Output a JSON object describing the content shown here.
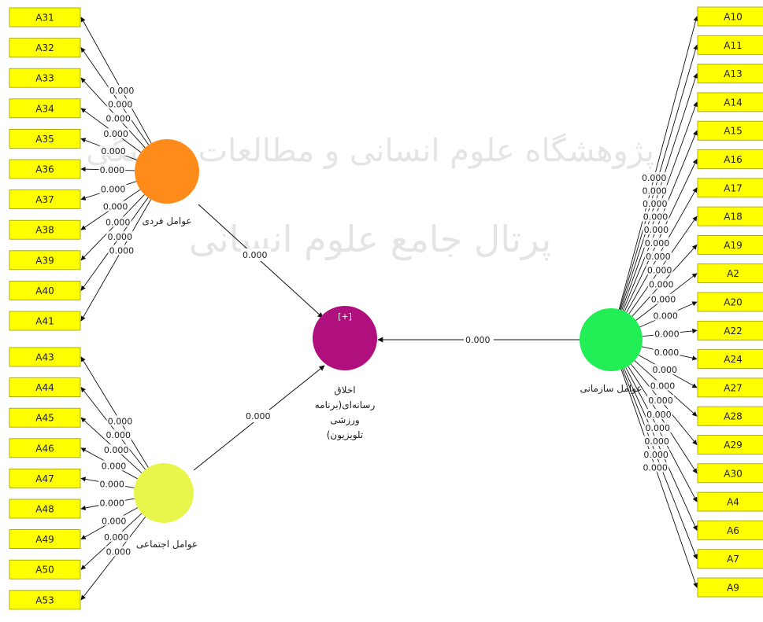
{
  "watermark": {
    "line1": "پژوهشگاه علوم انسانی و مطالعات فرهنگی",
    "line2": "پرتال جامع علوم انسانی"
  },
  "colors": {
    "indicator": "#ffff00",
    "indicator_border": "#9a9a00",
    "individual": "#ff8c1a",
    "social": "#e8f54a",
    "organizational": "#22ee55",
    "target": "#b0107e"
  },
  "constructs": {
    "individual": {
      "label": "عوامل فردی"
    },
    "social": {
      "label": "عوامل اجتماعی"
    },
    "organizational": {
      "label": "عوامل سازمانی"
    },
    "target": {
      "label_lines": [
        "اخلاق",
        "رسانه‌ای(برنامه",
        "ورزشی",
        "تلویزیون)"
      ],
      "collapse_marker": "[+]"
    }
  },
  "paths": [
    {
      "from": "individual",
      "to": "target",
      "value": "0.000"
    },
    {
      "from": "social",
      "to": "target",
      "value": "0.000"
    },
    {
      "from": "organizational",
      "to": "target",
      "value": "0.000"
    }
  ],
  "indicators": {
    "individual": [
      "A31",
      "A32",
      "A33",
      "A34",
      "A35",
      "A36",
      "A37",
      "A38",
      "A39",
      "A40",
      "A41"
    ],
    "social": [
      "A43",
      "A44",
      "A45",
      "A46",
      "A47",
      "A48",
      "A49",
      "A50",
      "A53"
    ],
    "organizational": [
      "A10",
      "A11",
      "A13",
      "A14",
      "A15",
      "A16",
      "A17",
      "A18",
      "A19",
      "A2",
      "A20",
      "A22",
      "A24",
      "A27",
      "A28",
      "A29",
      "A30",
      "A4",
      "A6",
      "A7",
      "A9"
    ]
  },
  "loading_value": "0.000"
}
